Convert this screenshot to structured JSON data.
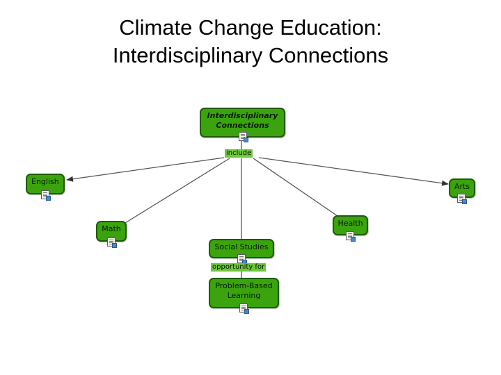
{
  "title": {
    "line1": "Climate Change Education:",
    "line2": "Interdisciplinary Connections"
  },
  "concept_map": {
    "root": {
      "label": "Interdisciplinary\nConnections",
      "icon": "document-icon"
    },
    "root_link": "include",
    "subjects": [
      {
        "id": "english",
        "label": "English",
        "icon": "document-icon"
      },
      {
        "id": "math",
        "label": "Math",
        "icon": "document-icon"
      },
      {
        "id": "social-studies",
        "label": "Social Studies",
        "icon": "document-icon"
      },
      {
        "id": "health",
        "label": "Health",
        "icon": "document-icon"
      },
      {
        "id": "arts",
        "label": "Arts",
        "icon": "document-icon"
      }
    ],
    "sub_link": "opportunity for",
    "pbl": {
      "label": "Problem-Based\nLearning",
      "icon": "document-icon"
    }
  },
  "colors": {
    "node_fill": "#3aa30e",
    "node_border": "#1f5a07",
    "link_label_fill": "#6cc83a",
    "connector": "#555555"
  }
}
